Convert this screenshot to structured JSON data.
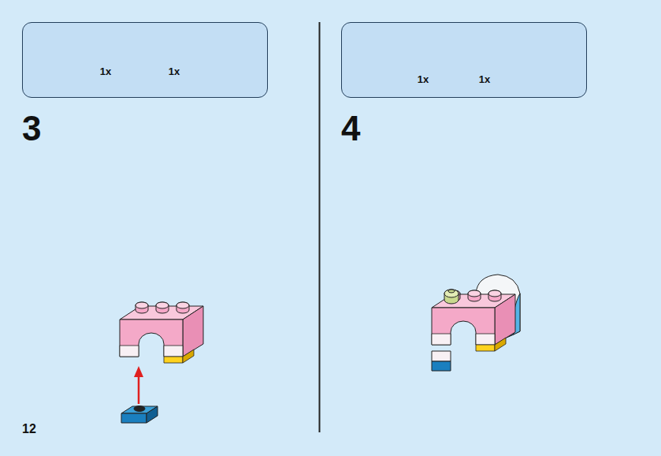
{
  "diagram": {
    "nodes": [
      {
        "text": [
          "1x",
          "1x"
        ]
      },
      {
        "text": [
          "1x",
          "1x"
        ]
      }
    ],
    "labels": [
      "3",
      "4",
      "12"
    ]
  }
}
